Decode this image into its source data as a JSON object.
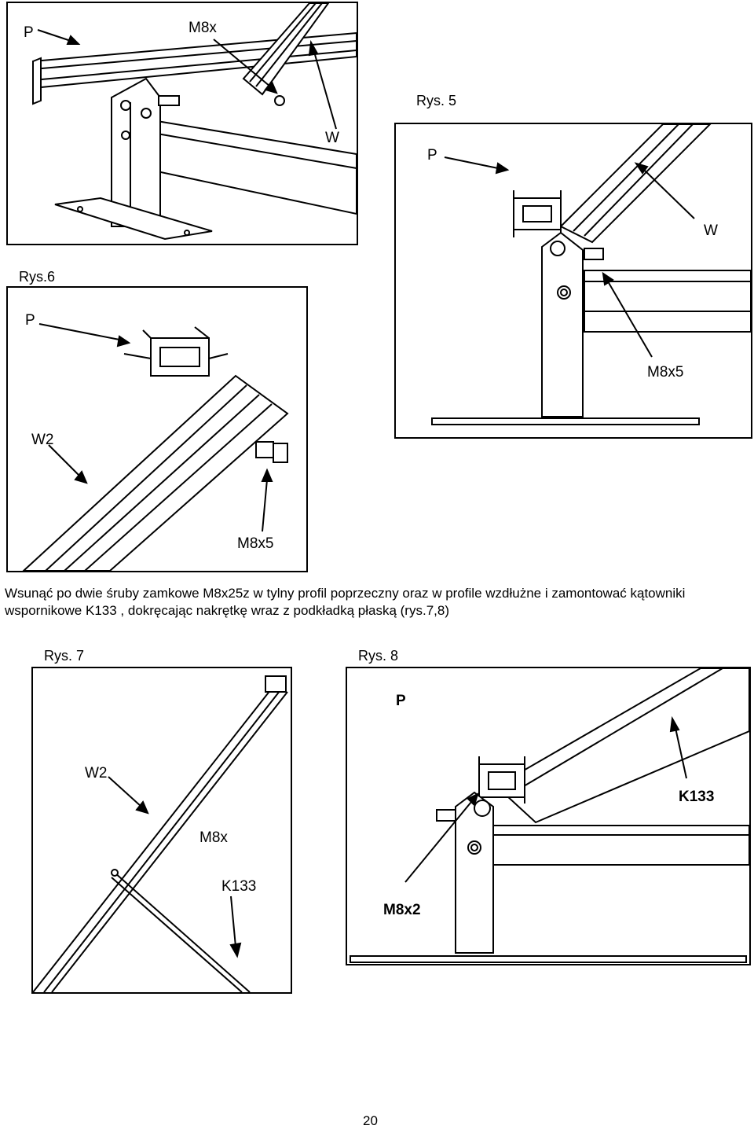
{
  "figures": {
    "fig1": {
      "labels": {
        "p": "P",
        "m8x": "M8x",
        "w": "W"
      }
    },
    "fig5": {
      "caption": "Rys. 5",
      "labels": {
        "p": "P",
        "w": "W",
        "m8x5": "M8x5"
      }
    },
    "fig6": {
      "caption": "Rys.6",
      "labels": {
        "p": "P",
        "w2": "W2",
        "m8x5": "M8x5"
      }
    },
    "fig7": {
      "caption": "Rys. 7",
      "labels": {
        "w2": "W2",
        "m8x": "M8x",
        "k133": "K133"
      }
    },
    "fig8": {
      "caption": "Rys. 8",
      "labels": {
        "p": "P",
        "k133": "K133",
        "m8x2": "M8x2"
      }
    }
  },
  "instructions": {
    "line1": "Wsunąć po dwie śruby zamkowe M8x25z w tylny profil poprzeczny oraz w profile wzdłużne i zamontować kątowniki",
    "line2": "wspornikowe K133 , dokręcając nakrętkę wraz z podkładką płaską (rys.7,8)"
  },
  "page_number": "20"
}
